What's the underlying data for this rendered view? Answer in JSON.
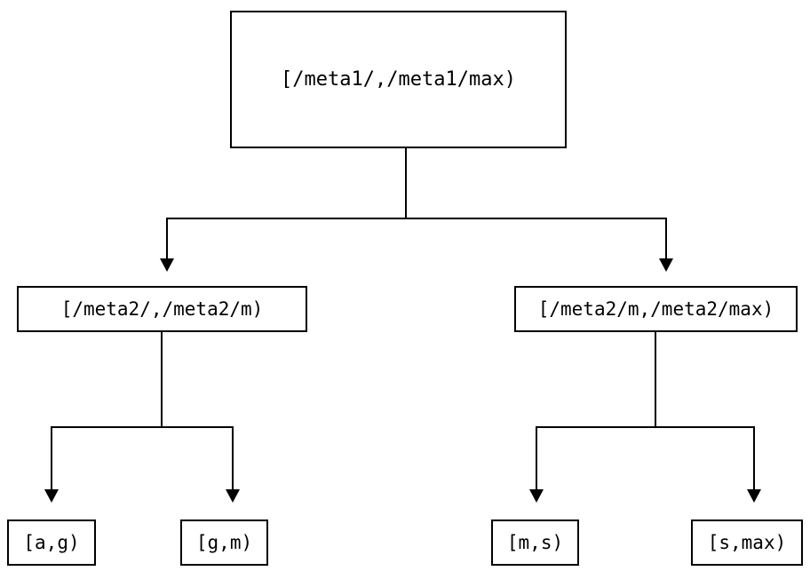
{
  "diagram": {
    "type": "binary-range-partition-tree",
    "levels": 3,
    "orientation": "top-down",
    "edge_style": "orthogonal-elbow-with-arrowhead",
    "colors": {
      "line": "#000000",
      "box_border": "#000000",
      "box_fill": "#ffffff",
      "text": "#000000",
      "background": "#ffffff"
    },
    "root": {
      "label": "[/meta1/,/meta1/max)"
    },
    "level2": [
      {
        "label": "[/meta2/,/meta2/m)"
      },
      {
        "label": "[/meta2/m,/meta2/max)"
      }
    ],
    "leaves": [
      {
        "label": "[a,g)"
      },
      {
        "label": "[g,m)"
      },
      {
        "label": "[m,s)"
      },
      {
        "label": "[s,max)"
      }
    ]
  }
}
